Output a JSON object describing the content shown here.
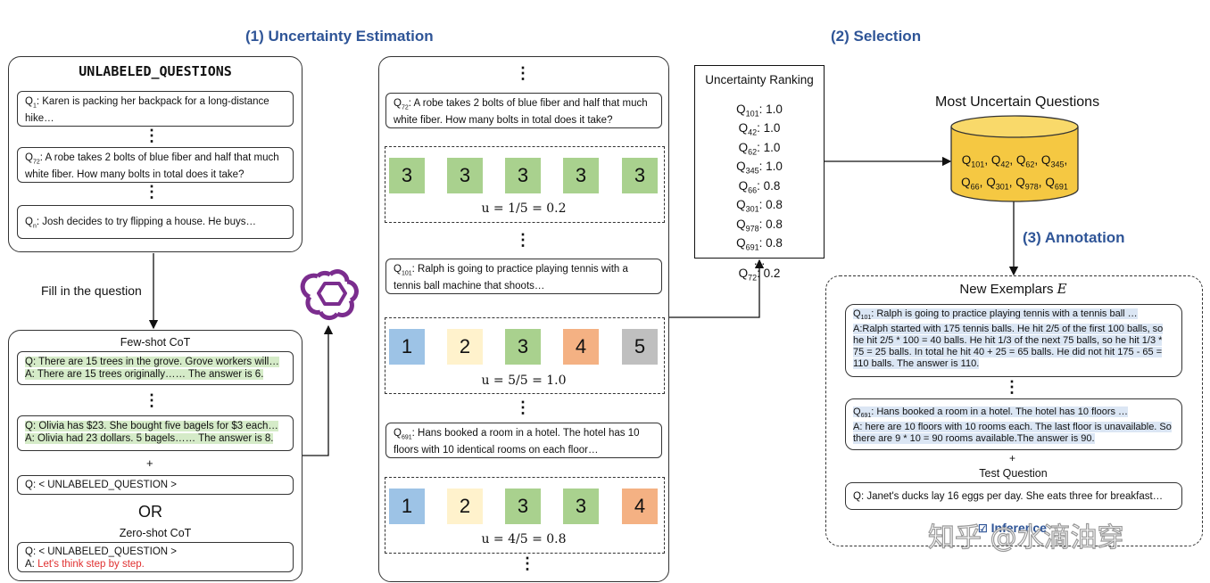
{
  "stages": {
    "uncertainty": "(1) Uncertainty Estimation",
    "selection": "(2) Selection",
    "annotation": "(3) Annotation"
  },
  "unlabeled": {
    "title": "UNLABELED_QUESTIONS",
    "q1_sub": "1",
    "q1_text": ": Karen is packing her backpack for a long-distance hike…",
    "q72_sub": "72",
    "q72_text": ": A robe takes 2 bolts of blue fiber and half that much white fiber. How many bolts in total does it take?",
    "qn_sub": "n",
    "qn_text": ": Josh decides to try flipping a house.  He buys…"
  },
  "fill_label": "Fill in the question",
  "prompt": {
    "few_shot_title": "Few-shot CoT",
    "ex1_q": "Q: There are 15 trees in the grove. Grove workers will…",
    "ex1_a": "A: There are 15 trees originally…… The answer is 6.",
    "ex2_q": "Q: Olivia has $23. She bought five bagels for $3 each…",
    "ex2_a": "A: Olivia had 23 dollars. 5 bagels…… The answer is 8.",
    "plus": "+",
    "unlabeled_q": "Q: < UNLABELED_QUESTION >",
    "or": "OR",
    "zero_shot_title": "Zero-shot CoT",
    "zs_q": "Q: < UNLABELED_QUESTION >",
    "zs_a_prefix": "A: ",
    "zs_a_red": "Let's think step by step."
  },
  "estimation": {
    "q72_sub": "72",
    "q72_text": ": A robe takes 2 bolts of blue fiber and half that much white fiber. How many bolts in total does it take?",
    "ans72": [
      "3",
      "3",
      "3",
      "3",
      "3"
    ],
    "u72": "u = 1/5 = 0.2",
    "q101_sub": "101",
    "q101_text": ": Ralph is going to practice playing tennis with a tennis ball machine that shoots…",
    "ans101": [
      "1",
      "2",
      "3",
      "4",
      "5"
    ],
    "u101": "u = 5/5 = 1.0",
    "q691_sub": "691",
    "q691_text": ": Hans booked a room in a hotel. The hotel has 10 floors with 10 identical rooms on each floor…",
    "ans691": [
      "1",
      "2",
      "3",
      "3",
      "4"
    ],
    "u691": "u = 4/5 = 0.8"
  },
  "ranking": {
    "title": "Uncertainty Ranking",
    "items": [
      {
        "sub": "101",
        "val": ": 1.0"
      },
      {
        "sub": "42",
        "val": ": 1.0"
      },
      {
        "sub": "62",
        "val": ": 1.0"
      },
      {
        "sub": "345",
        "val": ": 1.0"
      },
      {
        "sub": "66",
        "val": ": 0.8"
      },
      {
        "sub": "301",
        "val": ": 0.8"
      },
      {
        "sub": "978",
        "val": ": 0.8"
      },
      {
        "sub": "691",
        "val": ": 0.8"
      }
    ],
    "ellipsis": "…",
    "last_sub": "72",
    "last_val": ": 0.2"
  },
  "most_uncertain": {
    "title": "Most Uncertain Questions",
    "row1": [
      {
        "sub": "101",
        "sep": ", "
      },
      {
        "sub": "42",
        "sep": ", "
      },
      {
        "sub": "62",
        "sep": ", "
      },
      {
        "sub": "345",
        "sep": ","
      }
    ],
    "row2": [
      {
        "sub": "66",
        "sep": ", "
      },
      {
        "sub": "301",
        "sep": ", "
      },
      {
        "sub": "978",
        "sep": ", "
      },
      {
        "sub": "691",
        "sep": ""
      }
    ]
  },
  "exemplars": {
    "title": "New Exemplars ",
    "title_var": "E",
    "ex1_sub": "101",
    "ex1_q": ": Ralph is going to practice playing tennis with a tennis ball …",
    "ex1_a": "A:Ralph started with 175 tennis balls. He hit 2/5 of the first 100 balls, so he hit 2/5 * 100 = 40 balls. He hit 1/3 of the next 75 balls, so he hit 1/3 * 75 = 25 balls. In total he hit 40 + 25 = 65 balls. He did not hit 175 - 65 = 110 balls. The answer is 110.",
    "ex2_sub": "691",
    "ex2_q": ": Hans booked a room in a hotel. The hotel has 10 floors …",
    "ex2_a": "A: here are 10 floors with 10 rooms each. The last floor is unavailable. So there are 9 * 10 = 90 rooms available.The answer is 90.",
    "plus": "+",
    "test_label": "Test Question",
    "test_q": "Q: Janet's ducks lay 16 eggs per day. She eats three for breakfast…",
    "inference": "Inference"
  },
  "watermark": "知乎 @水滴油穿",
  "colors": {
    "accent": "#2f5597",
    "green": "#a9d18e",
    "blue": "#9dc3e6",
    "yellow": "#fff2cc",
    "orange": "#f4b183",
    "gray": "#bfbfbf",
    "logo": "#7b2d8e"
  }
}
